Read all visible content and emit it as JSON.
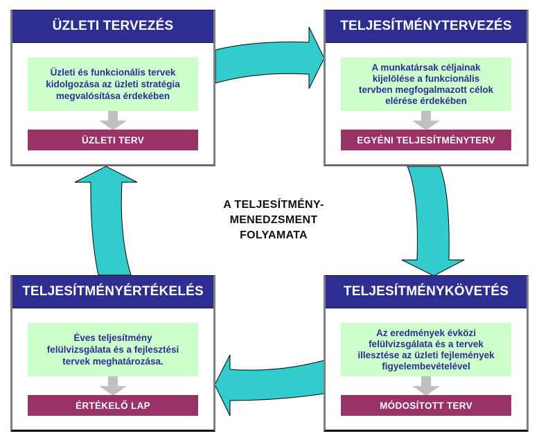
{
  "center_title": "A TELJESÍTMÉNY-\nMENEDZSMENT\nFOLYAMATA",
  "colors": {
    "header_bg": "#2e2e91",
    "description_bg": "#ccffcc",
    "description_text": "#2e2e91",
    "output_bg": "#993366",
    "cycle_arrow": "#33cccc",
    "step_arrow": "#c0c0c0"
  },
  "stages": [
    {
      "title": "ÜZLETI TERVEZÉS",
      "description": "Üzleti és funkcionális tervek\nkidolgozása az üzleti stratégia\nmegvalósítása érdekében",
      "output": "ÜZLETI TERV"
    },
    {
      "title": "TELJESÍTMÉNYTERVEZÉS",
      "description": "A munkatársak céljainak\nkijelölése a funkcionális\ntervben megfogalmazott célok\nelérése érdekében",
      "output": "EGYÉNI TELJESÍTMÉNYTERV"
    },
    {
      "title": "TELJESÍTMÉNYKÖVETÉS",
      "description": "Az eredmények évközi\nfelülvizsgálata és a tervek\nillesztése az üzleti fejlemények\nfigyelembevételével",
      "output": "MÓDOSÍTOTT TERV"
    },
    {
      "title": "TELJESÍTMÉNYÉRTÉKELÉS",
      "description": "Éves teljesítmény\nfelülvizsgálata és a fejlesztési\ntervek meghatározása.",
      "output": "ÉRTÉKELŐ LAP"
    }
  ],
  "cycle_arrows": [
    {
      "from": "ÜZLETI TERVEZÉS",
      "to": "TELJESÍTMÉNYTERVEZÉS",
      "direction": "right"
    },
    {
      "from": "TELJESÍTMÉNYTERVEZÉS",
      "to": "TELJESÍTMÉNYKÖVETÉS",
      "direction": "down"
    },
    {
      "from": "TELJESÍTMÉNYKÖVETÉS",
      "to": "TELJESÍTMÉNYÉRTÉKELÉS",
      "direction": "left"
    },
    {
      "from": "TELJESÍTMÉNYÉRTÉKELÉS",
      "to": "ÜZLETI TERVEZÉS",
      "direction": "up"
    }
  ]
}
